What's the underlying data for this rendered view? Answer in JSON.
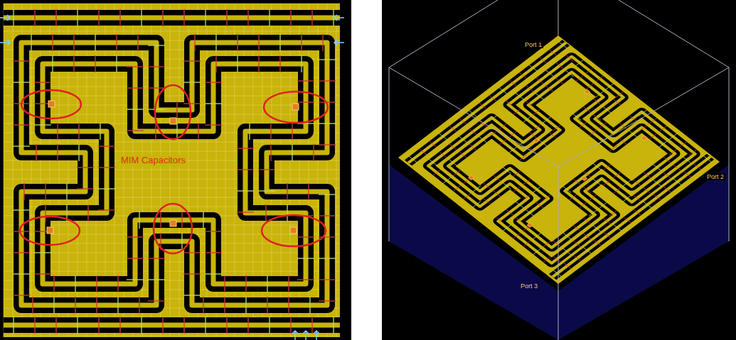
{
  "diagram": {
    "labels": [
      "MIM Capacitors",
      "Port 1",
      "Port 2",
      "Port 3"
    ]
  }
}
